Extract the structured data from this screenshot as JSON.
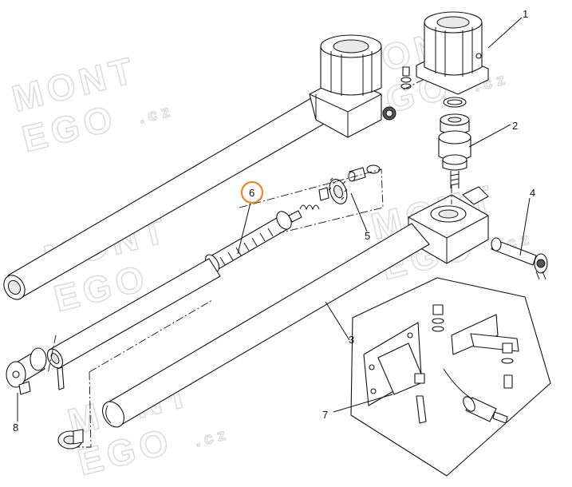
{
  "watermarks": [
    {
      "line1": "MONT",
      "line2": "EGO",
      "suffix": ".cz"
    },
    {
      "line1": "MONT",
      "line2": "EGO",
      "suffix": ".cz"
    },
    {
      "line1": "MONT",
      "line2": "EGO",
      "suffix": ".cz"
    },
    {
      "line1": "MONT",
      "line2": "EGO",
      "suffix": ".cz"
    },
    {
      "line1": "MONT",
      "line2": "EGO",
      "suffix": ".cz"
    }
  ],
  "callouts": {
    "c1": "1",
    "c2": "2",
    "c3": "3",
    "c4": "4",
    "c5": "5",
    "c6": "6",
    "c7": "7",
    "c8": "8"
  },
  "colors": {
    "highlight_ring": "#e8892c",
    "line": "#111111",
    "watermark": "#d9d9d9"
  }
}
